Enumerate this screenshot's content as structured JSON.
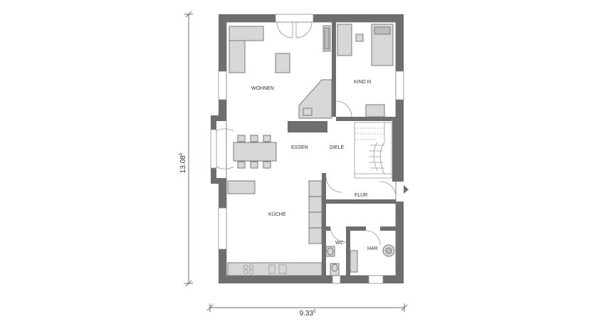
{
  "rooms": {
    "wohnen": "WOHNEN",
    "kind3": "KIND III",
    "essen": "ESSEN",
    "diele": "DIELE",
    "flur": "FLUR",
    "kueche": "KÜCHE",
    "wc": "WC",
    "har": "HAR"
  },
  "dimensions": {
    "width_main": "9.33",
    "width_sup": "5",
    "height_main": "13.08",
    "height_sup": "5"
  },
  "colors": {
    "wall": "#6e6e6e",
    "furniture": "#d7d7d7",
    "background": "#ffffff"
  }
}
